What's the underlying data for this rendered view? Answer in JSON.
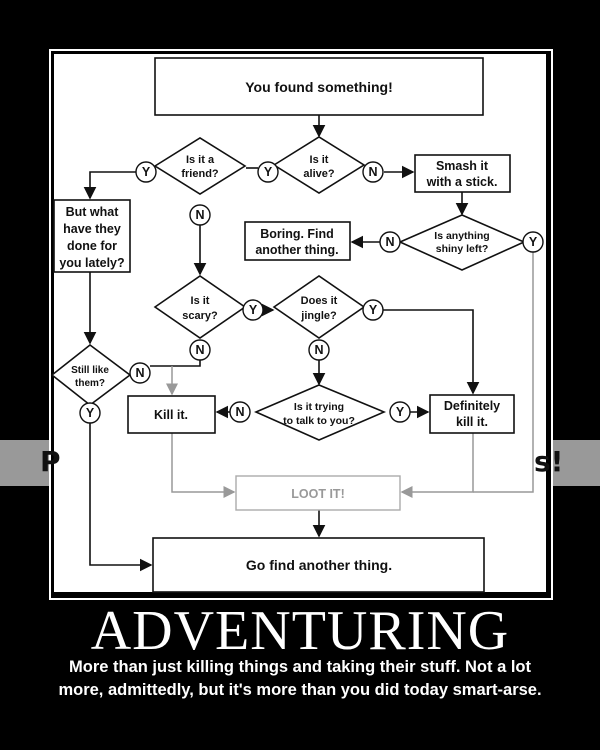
{
  "watermark": {
    "left": "P",
    "right": "s!"
  },
  "flowchart": {
    "start": "You found something!",
    "alive": [
      "Is it",
      "alive?"
    ],
    "friend": [
      "Is it a",
      "friend?"
    ],
    "smash": [
      "Smash it",
      "with a stick."
    ],
    "shiny": [
      "Is anything",
      "shiny left?"
    ],
    "boring": [
      "Boring. Find",
      "another thing."
    ],
    "done_for_you": [
      "But what",
      "have they",
      "done for",
      "you lately?"
    ],
    "scary": [
      "Is it",
      "scary?"
    ],
    "jingle": [
      "Does it",
      "jingle?"
    ],
    "still_like": [
      "Still like",
      "them?"
    ],
    "talk": [
      "Is it trying",
      "to talk to you?"
    ],
    "kill": "Kill it.",
    "definitely_kill": [
      "Definitely",
      "kill it."
    ],
    "loot": "LOOT IT!",
    "go_find": "Go find another thing.",
    "yes": "Y",
    "no": "N"
  },
  "title": "ADVENTURING",
  "caption": [
    "More than just killing things and taking their stuff. Not a lot",
    "more, admittedly, but it's more than you did today smart-arse."
  ]
}
